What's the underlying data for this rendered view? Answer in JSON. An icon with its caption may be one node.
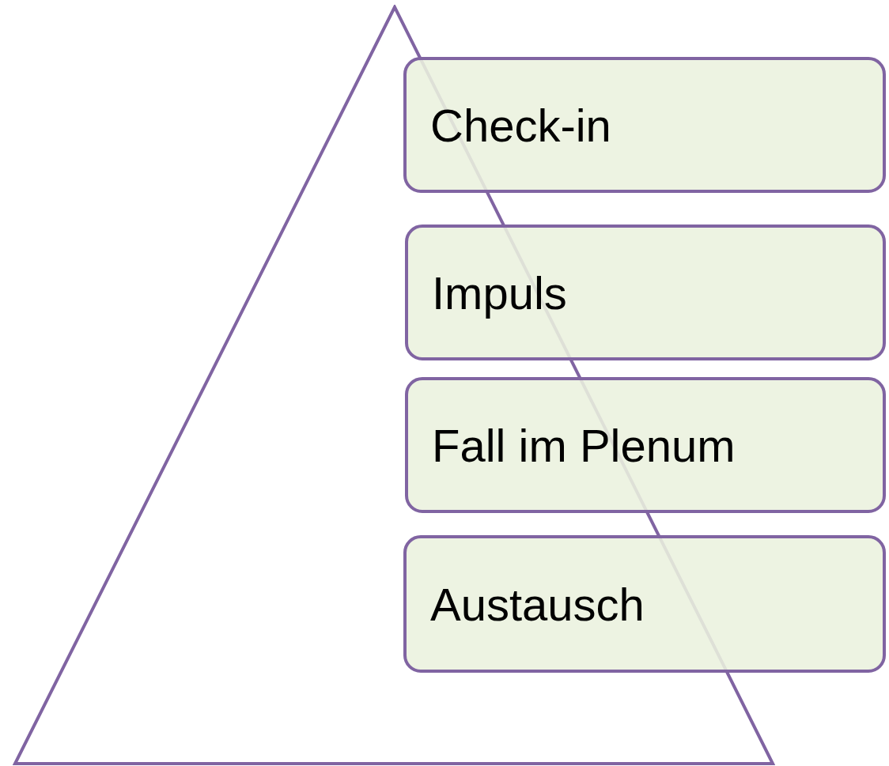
{
  "diagram": {
    "nodes": [
      {
        "text": [],
        "shape": "triangle"
      },
      {
        "text": [
          "Check-in"
        ]
      },
      {
        "text": [
          "Impuls"
        ]
      },
      {
        "text": [
          "Fall im Plenum"
        ]
      },
      {
        "text": [
          "Austausch"
        ]
      }
    ]
  }
}
